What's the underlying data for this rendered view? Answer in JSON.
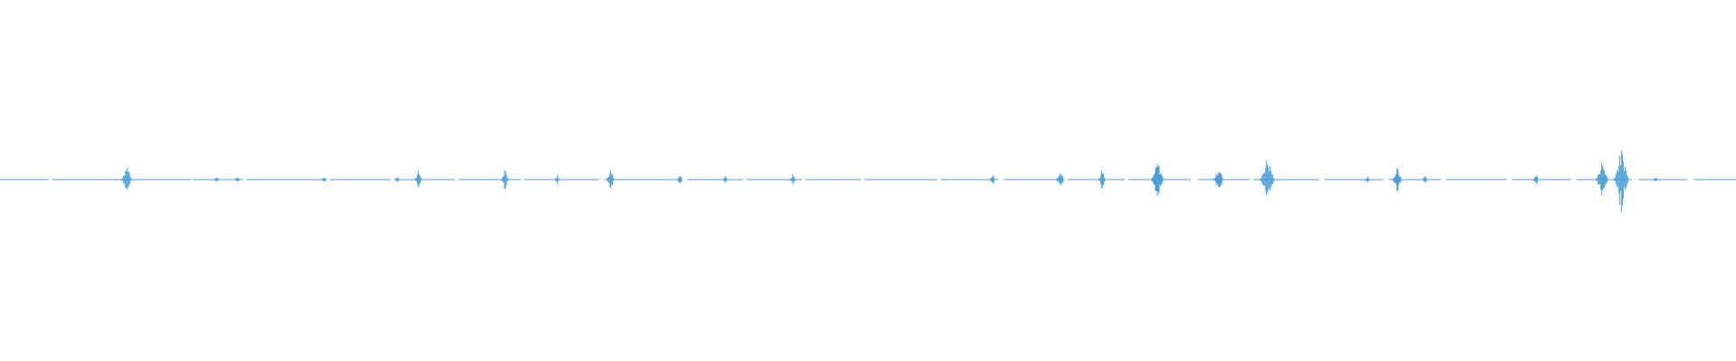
{
  "waveform": {
    "color": "#4a9fd8",
    "background": "#ffffff",
    "segments": [
      [
        0.0,
        0.028
      ],
      [
        0.03,
        0.07
      ],
      [
        0.071,
        0.11
      ],
      [
        0.111,
        0.14
      ],
      [
        0.142,
        0.188
      ],
      [
        0.19,
        0.225
      ],
      [
        0.227,
        0.262
      ],
      [
        0.264,
        0.3
      ],
      [
        0.302,
        0.345
      ],
      [
        0.348,
        0.392
      ],
      [
        0.396,
        0.428
      ],
      [
        0.43,
        0.462
      ],
      [
        0.464,
        0.496
      ],
      [
        0.498,
        0.54
      ],
      [
        0.542,
        0.575
      ],
      [
        0.578,
        0.612
      ],
      [
        0.615,
        0.648
      ],
      [
        0.65,
        0.686
      ],
      [
        0.69,
        0.72
      ],
      [
        0.722,
        0.76
      ],
      [
        0.763,
        0.797
      ],
      [
        0.8,
        0.83
      ],
      [
        0.833,
        0.868
      ],
      [
        0.871,
        0.905
      ],
      [
        0.908,
        0.94
      ],
      [
        0.944,
        0.972
      ],
      [
        0.976,
        1.0
      ]
    ],
    "bursts": [
      {
        "pos": 0.073,
        "amp": 0.045
      },
      {
        "pos": 0.125,
        "amp": 0.006
      },
      {
        "pos": 0.137,
        "amp": 0.008
      },
      {
        "pos": 0.187,
        "amp": 0.01
      },
      {
        "pos": 0.229,
        "amp": 0.008
      },
      {
        "pos": 0.241,
        "amp": 0.028
      },
      {
        "pos": 0.291,
        "amp": 0.03
      },
      {
        "pos": 0.321,
        "amp": 0.016
      },
      {
        "pos": 0.352,
        "amp": 0.035
      },
      {
        "pos": 0.392,
        "amp": 0.022
      },
      {
        "pos": 0.418,
        "amp": 0.014
      },
      {
        "pos": 0.457,
        "amp": 0.022
      },
      {
        "pos": 0.572,
        "amp": 0.022
      },
      {
        "pos": 0.611,
        "amp": 0.035
      },
      {
        "pos": 0.635,
        "amp": 0.03
      },
      {
        "pos": 0.667,
        "amp": 0.055
      },
      {
        "pos": 0.702,
        "amp": 0.04
      },
      {
        "pos": 0.73,
        "amp": 0.065
      },
      {
        "pos": 0.788,
        "amp": 0.01
      },
      {
        "pos": 0.805,
        "amp": 0.038
      },
      {
        "pos": 0.821,
        "amp": 0.018
      },
      {
        "pos": 0.885,
        "amp": 0.022
      },
      {
        "pos": 0.923,
        "amp": 0.055
      },
      {
        "pos": 0.934,
        "amp": 0.09
      },
      {
        "pos": 0.954,
        "amp": 0.008
      }
    ]
  }
}
